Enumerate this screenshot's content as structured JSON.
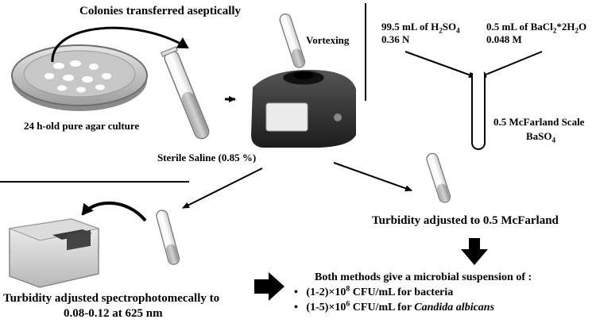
{
  "labels": {
    "colonies_transferred": "Colonies transferred aseptically",
    "agar_culture": "24 h-old pure agar culture",
    "sterile_saline": "Sterile Saline (0.85 %)",
    "vortexing": "Vortexing",
    "h2so4_volume": "99.5 mL of H",
    "h2so4_formula_2": "2",
    "h2so4_formula_so": "SO",
    "h2so4_formula_4": "4",
    "h2so4_conc": "0.36 N",
    "bacl2_volume": "0.5 mL of BaCl",
    "bacl2_sub": "2",
    "bacl2_water": "*2H",
    "bacl2_water_sub": "2",
    "bacl2_o": "O",
    "bacl2_conc": "0.048 M",
    "mcfarland_scale": "0.5 McFarland Scale",
    "baso4": "BaSO",
    "baso4_sub": "4",
    "turbidity_mcfarland": "Turbidity adjusted to 0.5 McFarland",
    "turbidity_spectro_line1": "Turbidity adjusted spectrophotomecally to",
    "turbidity_spectro_line2": "0.08-0.12 at 625 nm",
    "both_methods": "Both methods give a microbial suspension of :",
    "bullet_bacteria_prefix": "(1-2)×10",
    "bullet_bacteria_exp": "8",
    "bullet_bacteria_suffix": " CFU/mL for bacteria",
    "bullet_candida_prefix": "(1-5)×10",
    "bullet_candida_exp": "6",
    "bullet_candida_suffix": " CFU/mL for ",
    "bullet_candida_species": "Candida albicans",
    "bullet_glyph": "•"
  },
  "colors": {
    "ink": "#000000",
    "dish_fill": "#cfcfcf",
    "dish_rim": "#7a7a7a",
    "tube_liquid": "#bdbdbd",
    "device_body": "#2e2e2e",
    "device_panel": "#e8e8e8"
  }
}
